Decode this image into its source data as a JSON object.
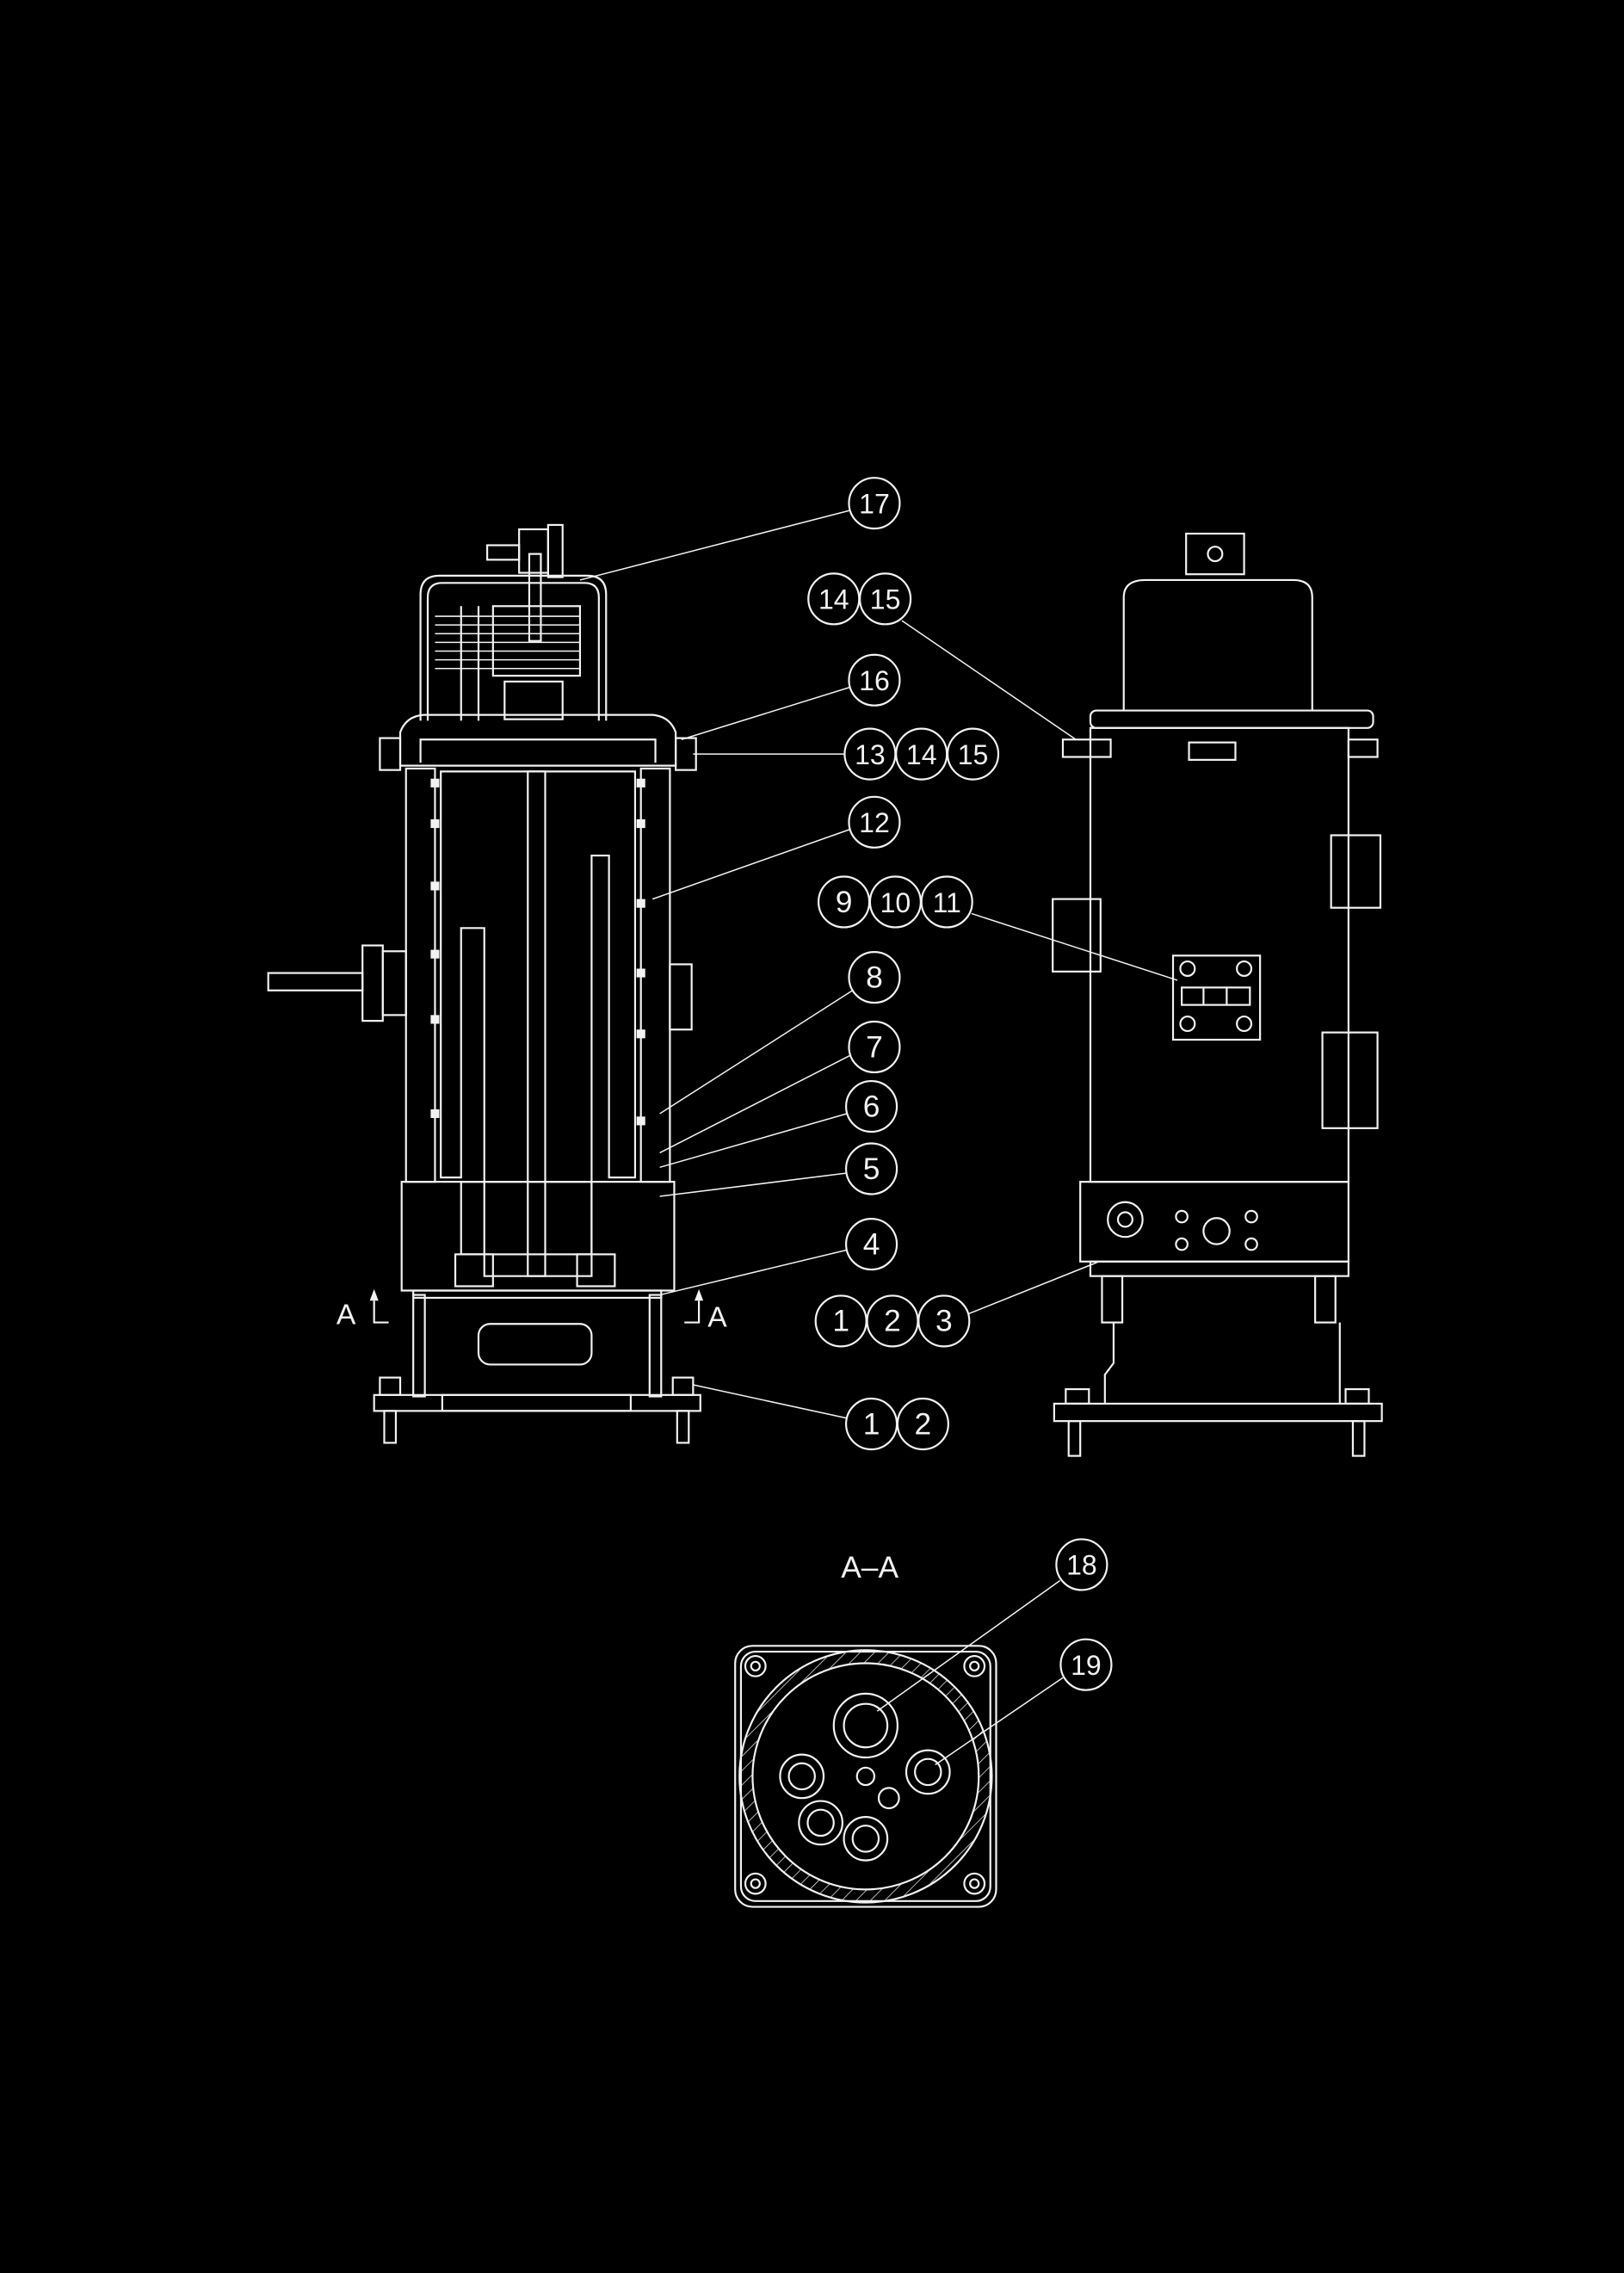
{
  "drawing": {
    "background": "#000000",
    "line_color": "#f2f2f2",
    "section_marks": {
      "left": "A",
      "right": "A"
    },
    "section_view_title": "A–A"
  },
  "callouts": [
    {
      "id": "c17",
      "numbers": [
        "17"
      ]
    },
    {
      "id": "c14-15",
      "numbers": [
        "14",
        "15"
      ]
    },
    {
      "id": "c16",
      "numbers": [
        "16"
      ]
    },
    {
      "id": "c13-14-15",
      "numbers": [
        "13",
        "14",
        "15"
      ]
    },
    {
      "id": "c12",
      "numbers": [
        "12"
      ]
    },
    {
      "id": "c9-10-11",
      "numbers": [
        "9",
        "10",
        "11"
      ]
    },
    {
      "id": "c8",
      "numbers": [
        "8"
      ]
    },
    {
      "id": "c7",
      "numbers": [
        "7"
      ]
    },
    {
      "id": "c6",
      "numbers": [
        "6"
      ]
    },
    {
      "id": "c5",
      "numbers": [
        "5"
      ]
    },
    {
      "id": "c4",
      "numbers": [
        "4"
      ]
    },
    {
      "id": "c1-2-3",
      "numbers": [
        "1",
        "2",
        "3"
      ]
    },
    {
      "id": "c1-2",
      "numbers": [
        "1",
        "2"
      ]
    },
    {
      "id": "c18",
      "numbers": [
        "18"
      ]
    },
    {
      "id": "c19",
      "numbers": [
        "19"
      ]
    }
  ]
}
